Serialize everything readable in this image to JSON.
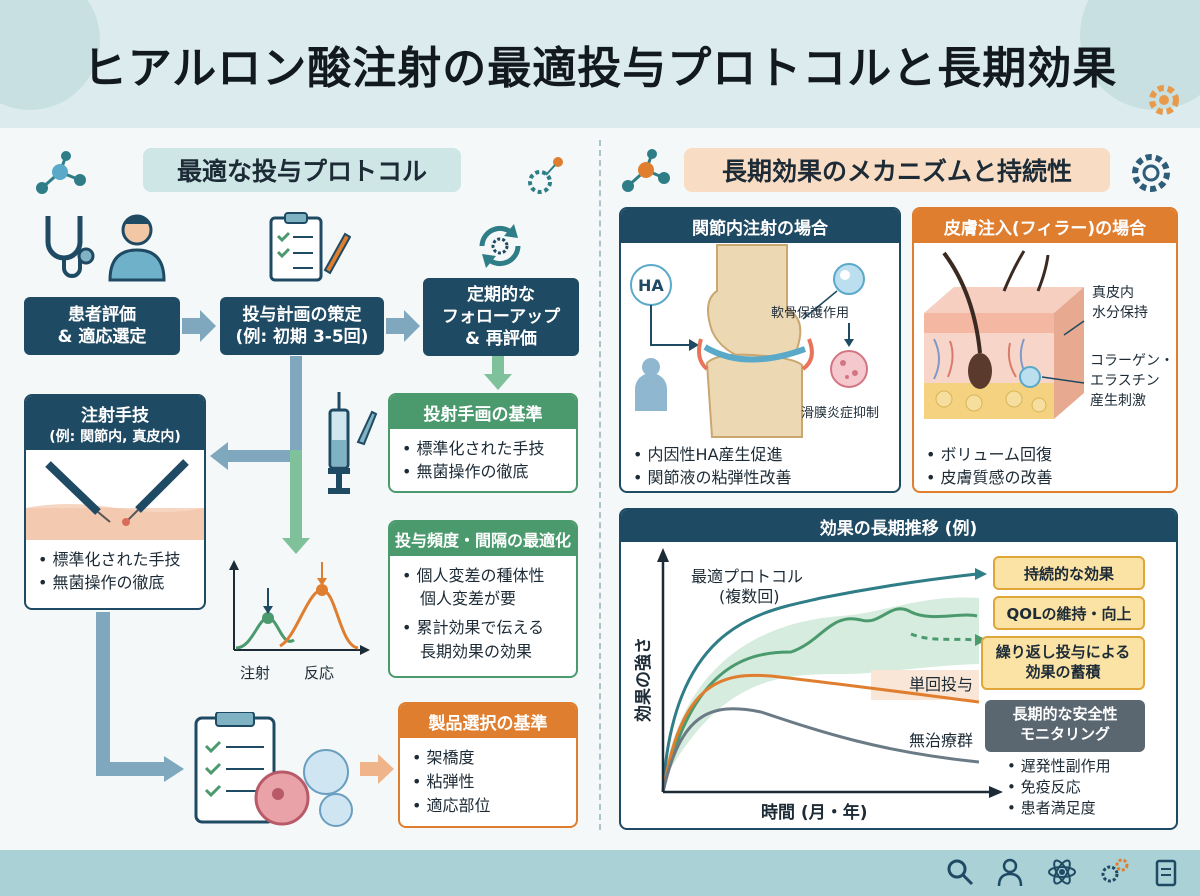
{
  "title": "ヒアルロン酸注射の最適投与プロトコルと長期効果",
  "left": {
    "heading": "最適な投与プロトコル",
    "steps": [
      {
        "line1": "患者評価",
        "line2": "& 適応選定"
      },
      {
        "line1": "投与計画の策定",
        "line2": "(例: 初期 3-5回)"
      },
      {
        "line1": "定期的な",
        "line2": "フォローアップ",
        "line3": "& 再評価"
      }
    ],
    "technique": {
      "title": "注射手技",
      "subtitle": "(例: 関節内, 真皮内)",
      "bullets": [
        "標準化された手技",
        "無菌操作の徹底"
      ]
    },
    "criteria1": {
      "title": "投射手画の基準",
      "bullets": [
        "標準化された手技",
        "無菌操作の徹底"
      ]
    },
    "frequency": {
      "title": "投与頻度・間隔の最適化",
      "bullets": [
        {
          "line1": "個人変差の種体性",
          "line2": "個人変差が要"
        },
        {
          "line1": "累計効果で伝える",
          "line2": "長期効果の効果"
        }
      ]
    },
    "mini_chart": {
      "label_left": "注射",
      "label_right": "反応"
    },
    "product": {
      "title": "製品選択の基準",
      "bullets": [
        "架橋度",
        "粘弾性",
        "適応部位"
      ]
    }
  },
  "right": {
    "heading": "長期効果のメカニズムと持続性",
    "joint": {
      "title": "関節内注射の場合",
      "ha_label": "HA",
      "label_protect": "軟骨保護作用",
      "label_synovitis": "滑膜炎症抑制",
      "bullets": [
        "内因性HA産生促進",
        "関節液の粘弾性改善"
      ]
    },
    "skin": {
      "title": "皮膚注入(フィラー)の場合",
      "label_dermis1": "真皮内",
      "label_dermis2": "水分保持",
      "label_collagen1": "コラーゲン・",
      "label_collagen2": "エラスチン",
      "label_collagen3": "産生刺激",
      "bullets": [
        "ボリューム回復",
        "皮膚質感の改善"
      ]
    },
    "trend": {
      "title": "効果の長期推移 (例)",
      "ylabel": "効果の強さ",
      "xlabel": "時間 (月・年)",
      "series_optimal1": "最適プロトコル",
      "series_optimal2": "(複数回)",
      "series_single": "単回投与",
      "series_none": "無治療群",
      "callouts": [
        "持続的な効果",
        "QOLの維持・向上"
      ],
      "callout_accum1": "繰り返し投与による",
      "callout_accum2": "効果の蓄積",
      "safety_title1": "長期的な安全性",
      "safety_title2": "モニタリング",
      "safety_bullets": [
        "遅発性副作用",
        "免疫反応",
        "患者満足度"
      ]
    }
  },
  "colors": {
    "navy": "#1f4a63",
    "green": "#4b9a6e",
    "orange": "#e07e2f",
    "teal": "#2e7d87"
  }
}
